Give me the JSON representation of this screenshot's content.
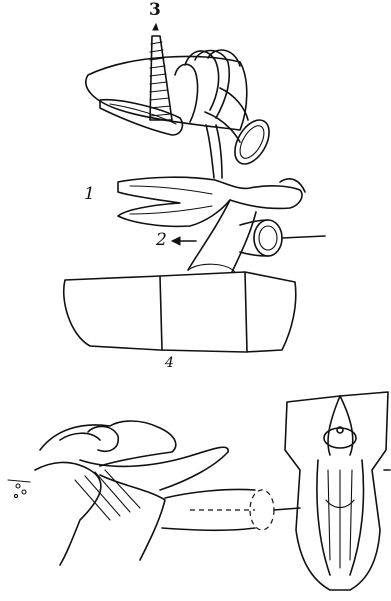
{
  "figure": {
    "labels": {
      "l1": "1",
      "l2": "2",
      "l3": "3",
      "l4": "4"
    },
    "ink_color": "#111111",
    "background": "#ffffff"
  }
}
